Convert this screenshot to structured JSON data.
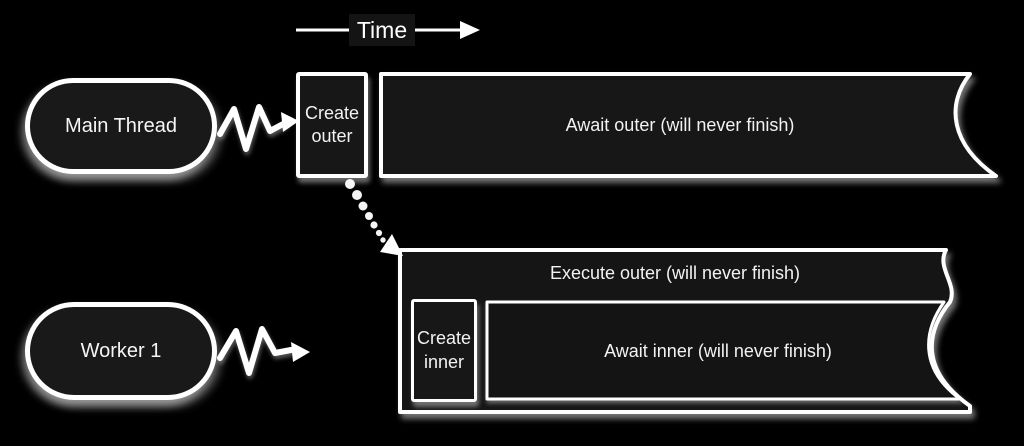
{
  "canvas": {
    "background": "#000000"
  },
  "colors": {
    "shape_fill": "#171717",
    "stroke": "#ffffff",
    "text": "#f2f2f2",
    "time_label_bg": "#141414",
    "shadow": "rgba(255,255,255,0.45)"
  },
  "time": {
    "label": "Time"
  },
  "lanes": [
    {
      "label": "Main Thread"
    },
    {
      "label": "Worker 1"
    }
  ],
  "blocks": {
    "create_outer": {
      "line1": "Create",
      "line2": "outer"
    },
    "await_outer": {
      "label": "Await outer (will never finish)"
    },
    "execute_outer": {
      "label": "Execute outer (will never finish)"
    },
    "create_inner": {
      "line1": "Create",
      "line2": "inner"
    },
    "await_inner": {
      "label": "Await inner (will never finish)"
    }
  }
}
